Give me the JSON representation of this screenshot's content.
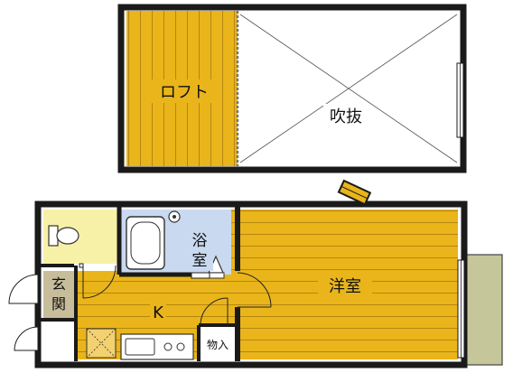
{
  "rooms": {
    "loft": "ロフト",
    "atrium": "吹抜",
    "bathroom_line1": "浴",
    "bathroom_line2": "室",
    "western_room": "洋室",
    "entrance_line1": "玄",
    "entrance_line2": "関",
    "kitchen": "K",
    "storage": "物入"
  },
  "colors": {
    "wood": "#e9b51a",
    "wood_line": "#a97a0c",
    "toilet": "#f7f1a8",
    "bath": "#c9d9f0",
    "entrance": "#c8bd9a",
    "balcony": "#c5c79a",
    "wall": "#1a1a1a"
  }
}
